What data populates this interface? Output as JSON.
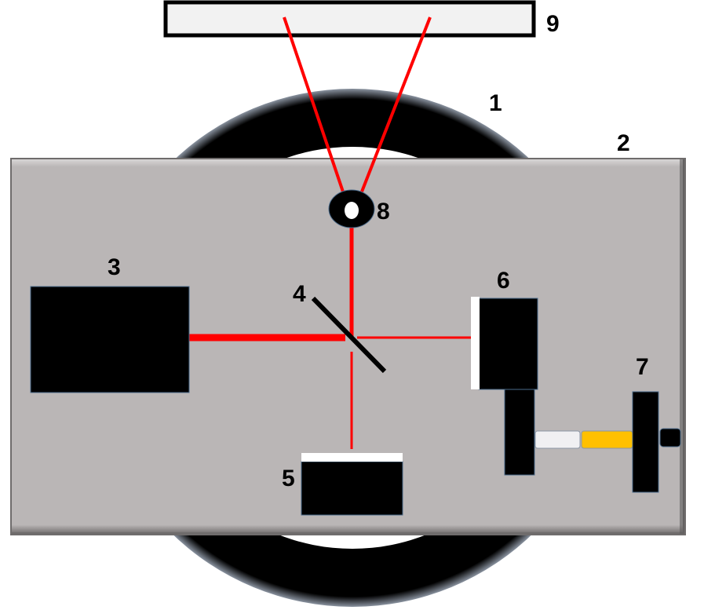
{
  "labels": {
    "ring": "1",
    "plate": "2",
    "laser": "3",
    "beam_splitter": "4",
    "mirror_fixed": "5",
    "mirror_moving": "6",
    "actuator": "7",
    "aperture": "8",
    "screen": "9"
  },
  "colors": {
    "beam": "#ff0000",
    "plate": "#bab6b6",
    "component": "#000000",
    "actuator_white": "#f0f0f2",
    "actuator_yellow": "#ffc000"
  }
}
